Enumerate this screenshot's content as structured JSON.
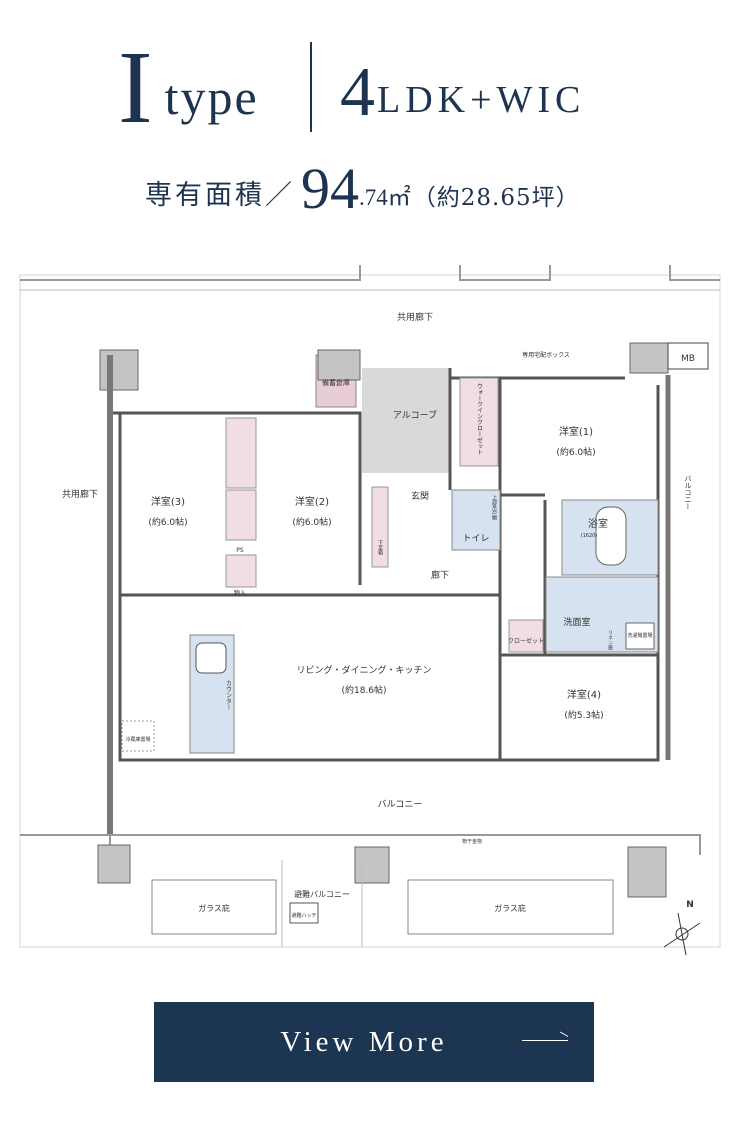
{
  "header": {
    "type_letter": "I",
    "type_word": "type",
    "layout_number": "4",
    "layout_rest": "LDK+WIC",
    "area_label": "専有面積／",
    "area_int": "94",
    "area_dec": ".74㎡",
    "area_tsubo": "（約28.65坪）"
  },
  "plan": {
    "corridor_top": "共用廊下",
    "corridor_left": "共用廊下",
    "delivery_box": "専用宅配ボックス",
    "mb": "MB",
    "storage": "備蓄倉庫",
    "alcove": "アルコーブ",
    "room3_name": "洋室(3)",
    "room3_size": "(約6.0帖)",
    "room2_name": "洋室(2)",
    "room2_size": "(約6.0帖)",
    "room1_name": "洋室(1)",
    "room1_size": "(約6.0帖)",
    "room4_name": "洋室(4)",
    "room4_size": "(約5.3帖)",
    "closet": "クローゼット",
    "wic": "ウォークインクローゼット",
    "ps": "PS",
    "storage_small": "物入",
    "entrance": "玄関",
    "shoe": "下足箱",
    "toilet": "トイレ",
    "wash_counter": "上部吊戸棚",
    "hallway": "廊下",
    "bath": "浴室",
    "bath_size": "(1620)",
    "washroom": "洗面室",
    "linen": "リネン庫",
    "washer": "洗濯機置場",
    "ldk_name": "リビング・ダイニング・キッチン",
    "ldk_size": "(約18.6帖)",
    "counter": "カウンター",
    "fridge": "冷蔵庫置場",
    "balcony_right": "バルコニー",
    "balcony_bottom": "バルコニー",
    "drying": "物干金物",
    "evac_balcony": "避難バルコニー",
    "evac_hatch": "避難ハッチ",
    "glass_left": "ガラス庇",
    "glass_right": "ガラス庇",
    "north": "N"
  },
  "button": {
    "label": "View More"
  }
}
